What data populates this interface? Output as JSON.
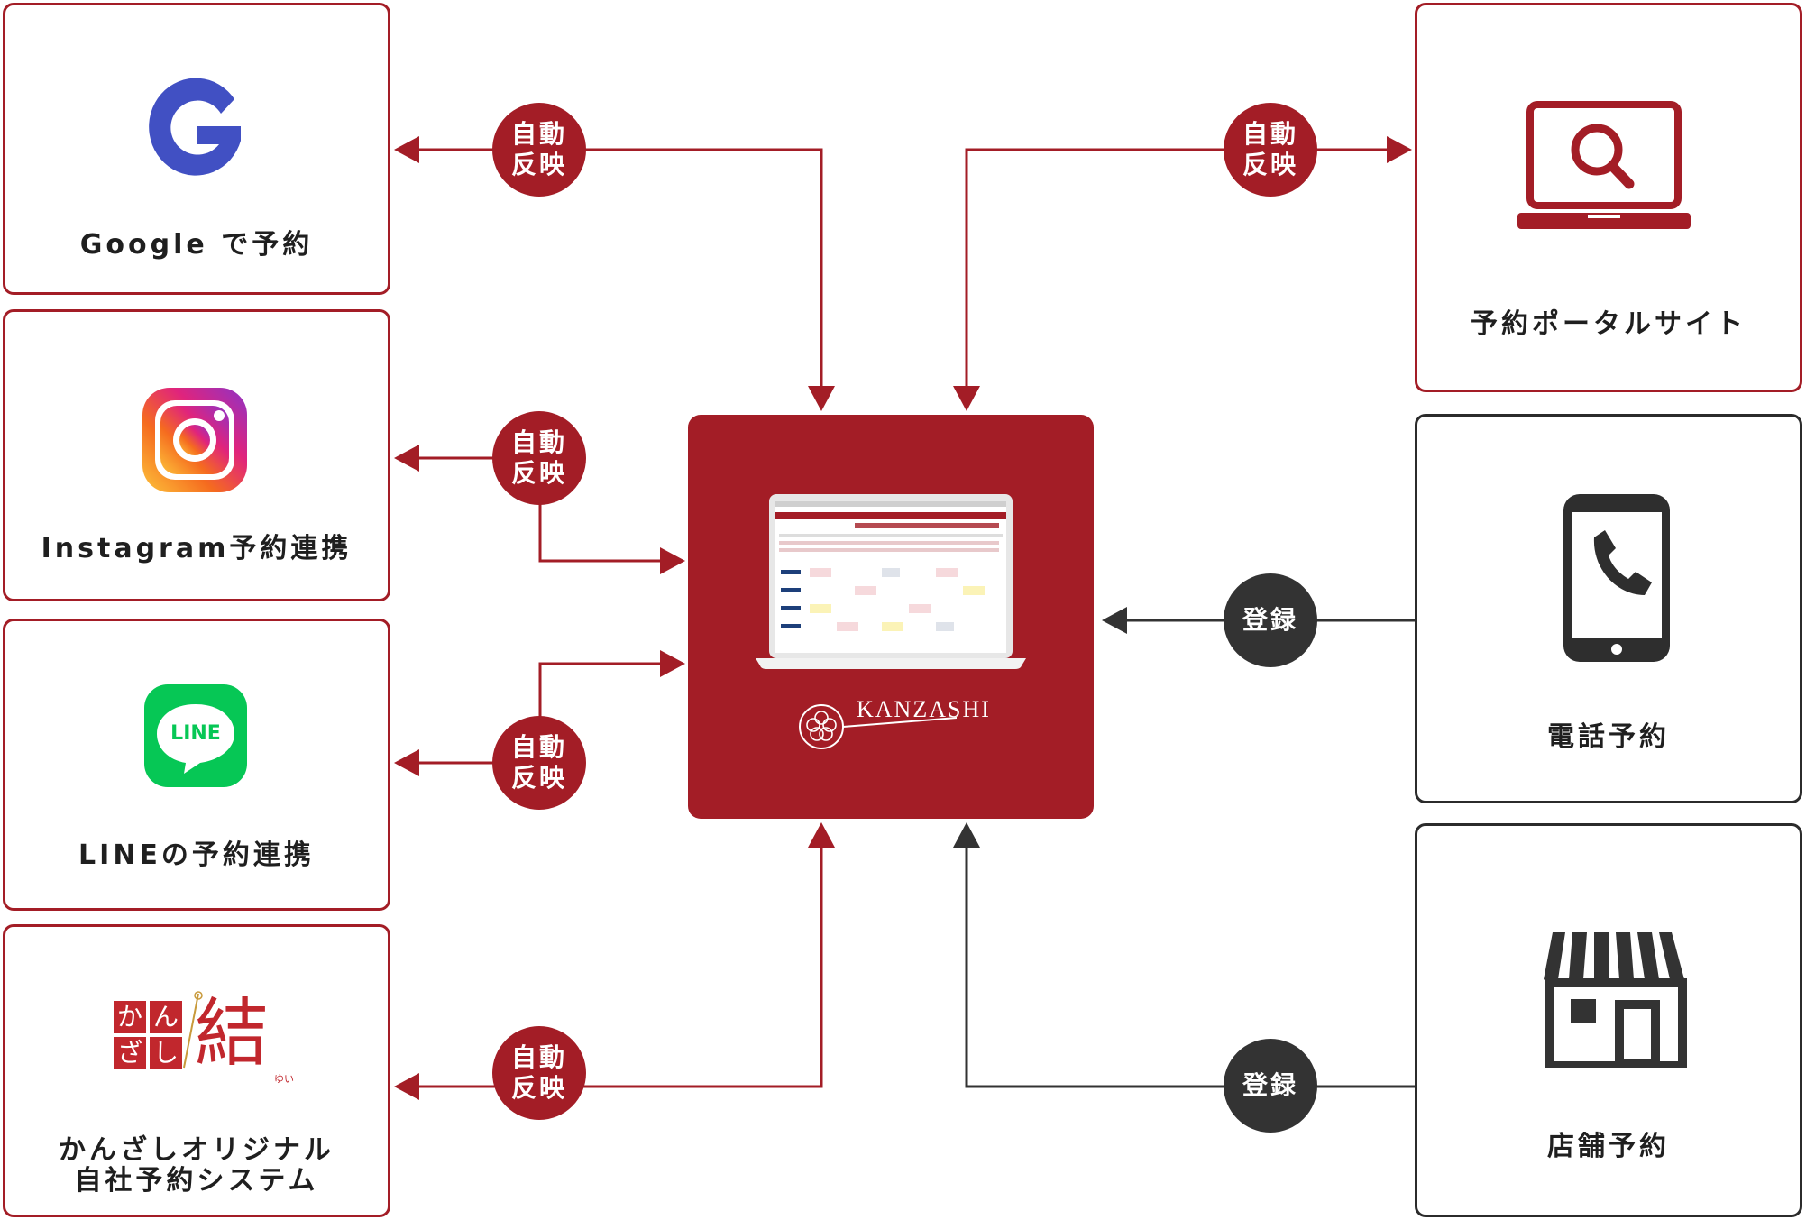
{
  "nodes": {
    "google": {
      "label": "Google で予約"
    },
    "instagram": {
      "label": "Instagram予約連携"
    },
    "line": {
      "label": "LINEの予約連携",
      "logo_text": "LINE"
    },
    "kanzashi": {
      "label_line1": "かんざしオリジナル",
      "label_line2": "自社予約システム",
      "logo": {
        "chars": [
          "か",
          "ん",
          "ざ",
          "し"
        ],
        "main_char": "結",
        "ruby": "ゆい"
      }
    },
    "portal": {
      "label": "予約ポータルサイト"
    },
    "phone": {
      "label": "電話予約"
    },
    "store": {
      "label": "店舗予約"
    }
  },
  "hub": {
    "brand": "KANZASHI"
  },
  "badges": {
    "auto": {
      "line1": "自動",
      "line2": "反映"
    },
    "register": {
      "text": "登録"
    }
  },
  "colors": {
    "accent": "#a31d26",
    "dark": "#333333",
    "line_green": "#06c755",
    "google_blue": "#4150c3"
  },
  "icons": [
    "google-icon",
    "instagram-icon",
    "line-icon",
    "kanzashi-logo",
    "laptop-search-icon",
    "smartphone-phone-icon",
    "store-icon",
    "laptop-calendar-icon",
    "kanzashi-emblem"
  ]
}
